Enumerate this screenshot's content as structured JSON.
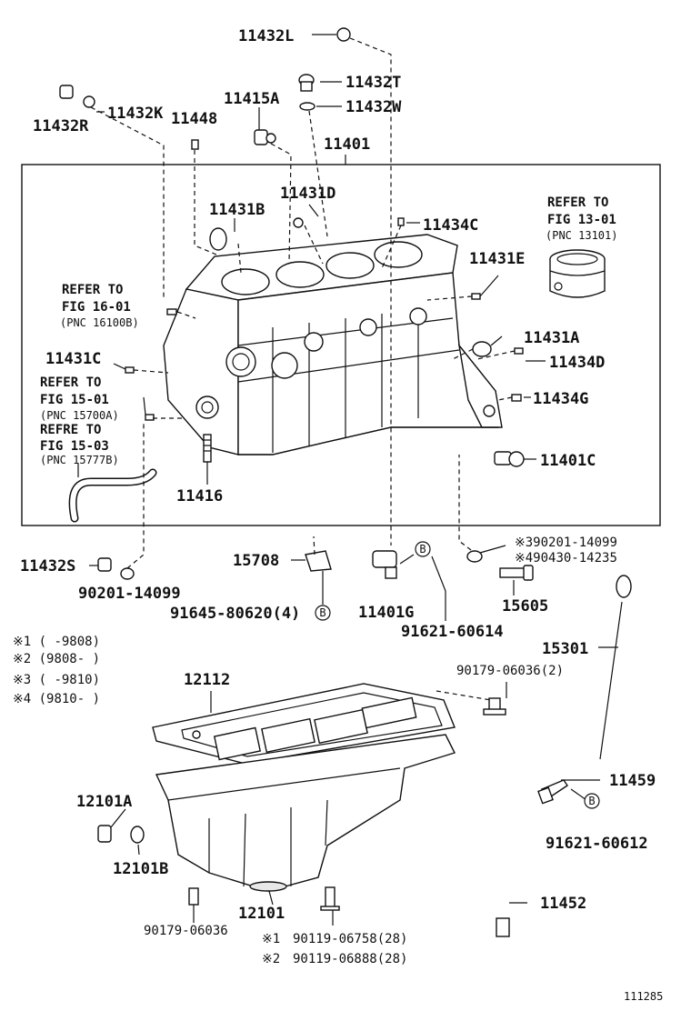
{
  "labels": {
    "p11432L": "11432L",
    "p11432T": "11432T",
    "p11432W": "11432W",
    "p11415A": "11415A",
    "p11432R": "11432R",
    "p11432K": "11432K",
    "p11448": "11448",
    "p11401": "11401",
    "p11431D": "11431D",
    "p11431B": "11431B",
    "p11434C": "11434C",
    "p11431E": "11431E",
    "p11431A": "11431A",
    "p11434D": "11434D",
    "p11431C": "11431C",
    "p11434G": "11434G",
    "p11401C": "11401C",
    "p11416": "11416",
    "p11432S": "11432S",
    "p90201_14099a": "90201-14099",
    "p15708": "15708",
    "p91645": "91645-80620(4)",
    "p11401G": "11401G",
    "p91621_60614": "91621-60614",
    "p90201_14099b": "※390201-14099",
    "p90430": "※490430-14235",
    "p15605": "15605",
    "p15301": "15301",
    "p90179_06036_2": "90179-06036(2)",
    "p12112": "12112",
    "p11459": "11459",
    "p12101A": "12101A",
    "p91621_60612": "91621-60612",
    "p12101B": "12101B",
    "p11452": "11452",
    "p12101": "12101",
    "p90179_06036": "90179-06036",
    "p90119_06758": "90119-06758(28)",
    "p90119_06888": "90119-06888(28)",
    "mark1": "※1",
    "mark2": "※2"
  },
  "refs": {
    "fig13_l1": "REFER TO",
    "fig13_l2": "FIG 13-01",
    "fig13_pnc": "(PNC 13101)",
    "fig16_l1": "REFER TO",
    "fig16_l2": "FIG 16-01",
    "fig16_pnc": "(PNC 16100B)",
    "fig1501_l1": "REFER TO",
    "fig1501_l2": "FIG 15-01",
    "fig1501_pnc": "(PNC 15700A)",
    "fig1503_l1": "REFRE TO",
    "fig1503_l2": "FIG 15-03",
    "fig1503_pnc": "(PNC 15777B)"
  },
  "notes": [
    "※1 (      -9808)",
    "※2 (9808-      )",
    "※3 (      -9810)",
    "※4 (9810-      )"
  ],
  "badge": "B",
  "footer_code": "111285"
}
